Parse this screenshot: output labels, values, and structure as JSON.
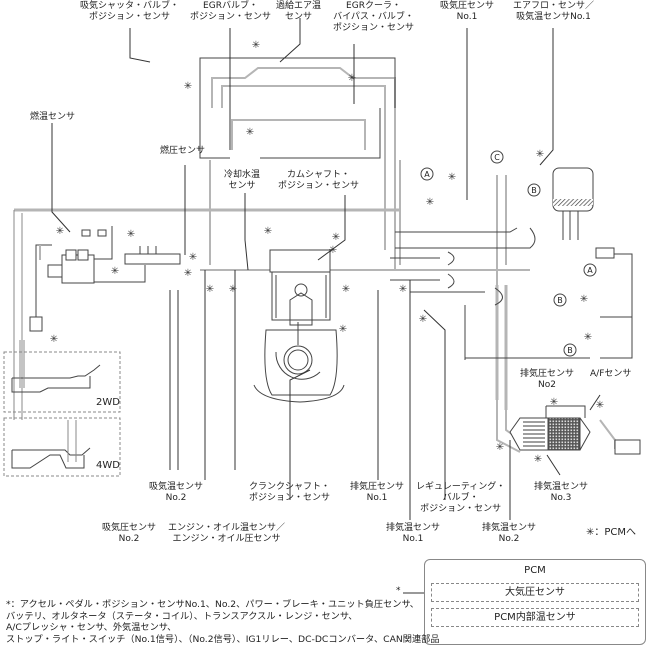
{
  "diagram": {
    "title_labels": {
      "intake_shutter_valve_position_sensor": [
        "吸気シャッタ・バルブ・",
        "ポジション・センサ"
      ],
      "egr_valve_position_sensor": [
        "EGRバルブ・",
        "ポジション・センサ"
      ],
      "boost_air_temp_sensor": [
        "過給エア温",
        "センサ"
      ],
      "egr_cooler_bypass_valve_position_sensor": [
        "EGRクーラ・",
        "バイパス・バルブ・",
        "ポジション・センサ"
      ],
      "intake_pressure_sensor_no1": [
        "吸気圧センサ",
        "No.1"
      ],
      "airflow_sensor_intake_temp_no1": [
        "エアフロ・センサ／",
        "吸気温センサNo.1"
      ],
      "fuel_temp_sensor": [
        "燃温センサ"
      ],
      "fuel_pressure_sensor": [
        "燃圧センサ"
      ],
      "coolant_temp_sensor": [
        "冷却水温",
        "センサ"
      ],
      "camshaft_position_sensor": [
        "カムシャフト・",
        "ポジション・センサ"
      ],
      "intake_temp_sensor_no2": [
        "吸気温センサ",
        "No.2"
      ],
      "crankshaft_position_sensor": [
        "クランクシャフト・",
        "ポジション・センサ"
      ],
      "exhaust_pressure_sensor_no1": [
        "排気圧センサ",
        "No.1"
      ],
      "regulating_valve_position_sensor": [
        "レギュレーティング・",
        "バルブ・",
        "ポジション・センサ"
      ],
      "exhaust_temp_sensor_no3": [
        "排気温センサ",
        "No.3"
      ],
      "intake_pressure_sensor_no2": [
        "吸気圧センサ",
        "No.2"
      ],
      "engine_oil_temp_pressure_sensor": [
        "エンジン・オイル温センサ／",
        "エンジン・オイル圧センサ"
      ],
      "exhaust_temp_sensor_no1": [
        "排気温センサ",
        "No.1"
      ],
      "exhaust_temp_sensor_no2": [
        "排気温センサ",
        "No.2"
      ],
      "exhaust_pressure_sensor_no2": [
        "排気圧センサ",
        "No2"
      ],
      "af_sensor": [
        "A/Fセンサ"
      ]
    },
    "drive_variants": [
      "2WD",
      "4WD"
    ],
    "connector_markers": [
      "A",
      "B",
      "C"
    ],
    "asterisk_symbol": "✳",
    "legend": "✳：PCMへ",
    "pcm": {
      "title": "PCM",
      "sub_items": [
        "大気圧センサ",
        "PCM内部温センサ"
      ],
      "input_marker": "*"
    },
    "footnote": [
      "*：アクセル・ペダル・ポジション・センサNo.1、No.2、パワー・ブレーキ・ユニット負圧センサ、",
      "バッテリ、オルタネータ（ステータ・コイル）、トランスアクスル・レンジ・センサ、",
      "A/Cプレッシャ・センサ、外気温センサ、",
      "ストップ・ライト・スイッチ（No.1信号）、（No.2信号）、IG1リレー、DC-DCコンバータ、CAN関連部品"
    ],
    "colors": {
      "line_dark": "#333333",
      "pipe_gray": "#b5b5b5",
      "hatch": "#555555"
    }
  }
}
